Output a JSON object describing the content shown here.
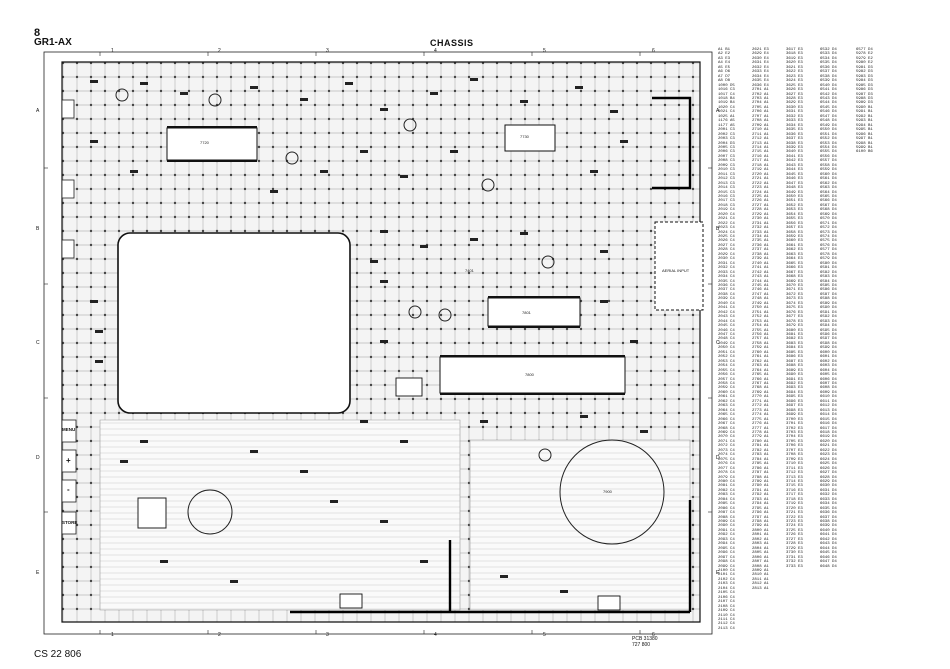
{
  "page_number": "8",
  "model": "GR1-AX",
  "title": "CHASSIS",
  "footer_code": "CS 22 806",
  "pcb_code": [
    "PCB 31380",
    "727 800"
  ],
  "column_numbers": [
    "1",
    "2",
    "3",
    "4",
    "5",
    "6"
  ],
  "row_letters": [
    "A",
    "B",
    "C",
    "D",
    "E"
  ],
  "control_labels": {
    "menu": "MENU",
    "plus": "+",
    "minus": "-",
    "store": "STORE"
  },
  "aerial_input": "AERIAL INPUT",
  "section_labels": [
    "7720",
    "7730",
    "7801",
    "7800",
    "7401",
    "7900"
  ],
  "position_legend": [
    [
      "A1 B1",
      "A2 E2",
      "A3 E3",
      "A4 E4",
      "A5 E5",
      "A6 D6",
      "A7 D7",
      "A8 D8",
      "1000 D5",
      "1016 C3",
      "1017 C4",
      "1018 B4",
      "1019 B4",
      "1020 C4",
      "1021 C4",
      "1025 A1",
      "1176 A5",
      "1177 A5",
      "2001 C3",
      "2002 C3",
      "2003 C3",
      "2004 D3",
      "2005 C3",
      "2006 C3",
      "2007 C3",
      "2008 C3",
      "2009 C3",
      "2010 C3",
      "2011 C3",
      "2012 C3",
      "2013 C3",
      "2014 C3",
      "2015 C3",
      "2016 C3",
      "2017 C3",
      "2018 C3",
      "2019 C4",
      "2020 C4",
      "2021 C4",
      "2022 C4",
      "2023 C4",
      "2024 C4",
      "2025 C4",
      "2026 C4",
      "2027 C4",
      "2028 C4",
      "2029 C4",
      "2030 C4",
      "2031 C4",
      "2032 C4",
      "2033 C4",
      "2034 C4",
      "2035 C4",
      "2036 C4",
      "2037 C4",
      "2038 C4",
      "2039 C4",
      "2040 C4",
      "2041 C4",
      "2042 C4",
      "2043 C4",
      "2044 C4",
      "2045 C4",
      "2046 C4",
      "2047 C4",
      "2048 C4",
      "2049 C4",
      "2050 C4",
      "2051 C4",
      "2052 C4",
      "2053 C4",
      "2054 C4",
      "2055 C4",
      "2056 C4",
      "2057 C4",
      "2058 C4",
      "2059 C4",
      "2060 C4",
      "2061 C4",
      "2062 C4",
      "2063 C4",
      "2064 C4",
      "2065 C4",
      "2066 C4",
      "2067 C4",
      "2068 C4",
      "2069 C4",
      "2070 C4",
      "2071 C4",
      "2072 C4",
      "2073 C4",
      "2074 C4",
      "2075 C4",
      "2076 C4",
      "2077 C4",
      "2078 C4",
      "2079 C4",
      "2080 C4",
      "2081 C4",
      "2082 C4",
      "2083 C4",
      "2084 C4",
      "2085 C4",
      "2086 C4",
      "2087 C4",
      "2088 C4",
      "2089 C4",
      "2090 C4",
      "2091 C4",
      "2092 C4",
      "2093 C4",
      "2094 C4",
      "2095 C4",
      "2096 C4",
      "2097 C4",
      "2098 C4",
      "2099 C4",
      "2100 C4",
      "2101 C4",
      "2102 C4",
      "2103 C4",
      "2104 C4",
      "2105 C4",
      "2106 C4",
      "2107 C4",
      "2108 C4",
      "2109 C4",
      "2110 C4",
      "2111 C4",
      "2112 C4",
      "2113 C4"
    ],
    [
      "2621 E3",
      "2629 E4",
      "2630 E4",
      "2631 E4",
      "2632 E4",
      "2633 E4",
      "2634 E4",
      "2635 E4",
      "2636 E4",
      "2701 A1",
      "2702 A1",
      "2703 A1",
      "2704 A1",
      "2705 A1",
      "2706 A1",
      "2707 A1",
      "2708 A1",
      "2709 A1",
      "2710 A1",
      "2711 A1",
      "2712 A1",
      "2713 A1",
      "2714 A1",
      "2715 A1",
      "2716 A1",
      "2717 A1",
      "2718 A1",
      "2719 A1",
      "2720 A1",
      "2721 A1",
      "2722 A1",
      "2723 A1",
      "2724 A1",
      "2725 A1",
      "2726 A1",
      "2727 A1",
      "2728 A1",
      "2729 A1",
      "2730 A1",
      "2731 A1",
      "2732 A1",
      "2733 A1",
      "2734 A1",
      "2735 A1",
      "2736 A1",
      "2737 A1",
      "2738 A1",
      "2739 A1",
      "2740 A1",
      "2741 A1",
      "2742 A1",
      "2743 A1",
      "2744 A1",
      "2745 A1",
      "2746 A1",
      "2747 A1",
      "2748 A1",
      "2749 A1",
      "2750 A1",
      "2751 A1",
      "2752 A1",
      "2753 A1",
      "2754 A1",
      "2755 A1",
      "2756 A1",
      "2757 A1",
      "2758 A1",
      "2759 A1",
      "2760 A1",
      "2761 A1",
      "2762 A1",
      "2763 A1",
      "2764 A1",
      "2765 A1",
      "2766 A1",
      "2767 A1",
      "2768 A1",
      "2769 A1",
      "2770 A1",
      "2771 A1",
      "2772 A1",
      "2773 A1",
      "2774 A1",
      "2775 A1",
      "2776 A1",
      "2777 A1",
      "2778 A1",
      "2779 A1",
      "2780 A1",
      "2781 A1",
      "2782 A1",
      "2783 A1",
      "2784 A1",
      "2785 A1",
      "2786 A1",
      "2787 A1",
      "2788 A1",
      "2789 A1",
      "2790 A1",
      "2791 A1",
      "2792 A1",
      "2793 A1",
      "2794 A1",
      "2795 A1",
      "2796 A1",
      "2797 A1",
      "2798 A1",
      "2799 A1",
      "2800 A1",
      "2801 A1",
      "2802 A1",
      "2803 A1",
      "2804 A1",
      "2805 A1",
      "2806 A1",
      "2807 A1",
      "2808 A1",
      "2809 A1",
      "2810 A1",
      "2811 A1",
      "2812 A1",
      "2813 A1"
    ],
    [
      "3617 E3",
      "3618 E3",
      "3619 E3",
      "3620 E3",
      "3621 E3",
      "3622 E3",
      "3623 E3",
      "3624 E3",
      "3625 E3",
      "3626 E3",
      "3627 E3",
      "3628 E3",
      "3629 E3",
      "3630 E3",
      "3631 E3",
      "3632 E3",
      "3633 E3",
      "3634 E3",
      "3635 E3",
      "3636 E3",
      "3637 E3",
      "3638 E3",
      "3639 E3",
      "3640 E3",
      "3641 E3",
      "3642 E3",
      "3643 E3",
      "3644 E3",
      "3645 E3",
      "3646 E3",
      "3647 E3",
      "3648 E3",
      "3649 E3",
      "3650 E3",
      "3651 E3",
      "3652 E3",
      "3653 E3",
      "3654 E3",
      "3655 E3",
      "3656 E3",
      "3657 E3",
      "3658 E3",
      "3659 E3",
      "3660 E3",
      "3661 E3",
      "3662 E3",
      "3663 E3",
      "3664 E3",
      "3665 E3",
      "3666 E3",
      "3667 E3",
      "3668 E3",
      "3669 E3",
      "3670 E3",
      "3671 E3",
      "3672 E3",
      "3673 E3",
      "3674 E3",
      "3675 E3",
      "3676 E3",
      "3677 E3",
      "3678 E3",
      "3679 E3",
      "3680 E3",
      "3681 E3",
      "3682 E3",
      "3683 E3",
      "3684 E3",
      "3685 E3",
      "3686 E3",
      "3687 E3",
      "3688 E3",
      "3689 E3",
      "3690 E3",
      "3691 E3",
      "3692 E3",
      "3693 E3",
      "3694 E3",
      "3695 E3",
      "3696 E3",
      "3697 E3",
      "3698 E3",
      "3699 E3",
      "3700 E3",
      "3701 E3",
      "3702 E3",
      "3703 E3",
      "3704 E3",
      "3705 E3",
      "3706 E3",
      "3707 E3",
      "3708 E3",
      "3709 E3",
      "3710 E3",
      "3711 E3",
      "3712 E3",
      "3713 E3",
      "3714 E3",
      "3715 E3",
      "3716 E3",
      "3717 E3",
      "3718 E3",
      "3719 E3",
      "3720 E3",
      "3721 E3",
      "3722 E3",
      "3723 E3",
      "3724 E3",
      "3725 E3",
      "3726 E3",
      "3727 E3",
      "3728 E3",
      "3729 E3",
      "3730 E3",
      "3731 E3",
      "3732 E3",
      "3733 E3"
    ],
    [
      "6532 D4",
      "6533 D4",
      "6534 D4",
      "6535 D4",
      "6536 D4",
      "6537 D4",
      "6538 D4",
      "6539 D4",
      "6540 D4",
      "6541 D4",
      "6542 D4",
      "6543 D4",
      "6544 D4",
      "6545 D4",
      "6546 D4",
      "6547 D4",
      "6548 D4",
      "6549 D4",
      "6550 D4",
      "6551 D4",
      "6552 D4",
      "6553 D4",
      "6554 D4",
      "6555 D4",
      "6556 D4",
      "6557 D4",
      "6558 D4",
      "6559 D4",
      "6560 D4",
      "6561 D4",
      "6562 D4",
      "6563 D4",
      "6564 D4",
      "6565 D4",
      "6566 D4",
      "6567 D4",
      "6568 D4",
      "6569 D4",
      "6570 D4",
      "6571 D4",
      "6572 D4",
      "6573 D4",
      "6574 D4",
      "6575 D4",
      "6576 D4",
      "6577 D4",
      "6578 D4",
      "6579 D4",
      "6580 D4",
      "6581 D4",
      "6582 D4",
      "6583 D4",
      "6584 D4",
      "6585 D4",
      "6586 D4",
      "6587 D4",
      "6588 D4",
      "6589 D4",
      "6590 D4",
      "6591 D4",
      "6592 D4",
      "6593 D4",
      "6594 D4",
      "6595 D4",
      "6596 D4",
      "6597 D4",
      "6598 D4",
      "6599 D4",
      "6600 D4",
      "6601 D4",
      "6602 D4",
      "6603 D4",
      "6604 D4",
      "6605 D4",
      "6606 D4",
      "6607 D4",
      "6608 D4",
      "6609 D4",
      "6610 D4",
      "6611 D4",
      "6612 D4",
      "6613 D4",
      "6614 D4",
      "6615 D4",
      "6616 D4",
      "6617 D4",
      "6618 D4",
      "6619 D4",
      "6620 D4",
      "6621 D4",
      "6622 D4",
      "6623 D4",
      "6624 D4",
      "6625 D4",
      "6626 D4",
      "6627 D4",
      "6628 D4",
      "6629 D4",
      "6630 D4",
      "6631 D4",
      "6632 D4",
      "6633 D4",
      "6634 D4",
      "6635 D4",
      "6636 D4",
      "6637 D4",
      "6638 D4",
      "6639 D4",
      "6640 D4",
      "6641 D4",
      "6642 D4",
      "6643 D4",
      "6644 D4",
      "6645 D4",
      "6646 D4",
      "6647 D4",
      "6648 D4"
    ],
    [
      "6577 D4",
      "5978 E2",
      "5979 E2",
      "5980 E2",
      "5981 D3",
      "5982 D3",
      "5983 D3",
      "5984 D3",
      "5985 D3",
      "5986 D3",
      "5987 D3",
      "5988 D3",
      "5989 D3",
      "5990 B1",
      "5991 B1",
      "5992 B1",
      "5993 B1",
      "5994 B1",
      "5995 B1",
      "5996 B1",
      "5997 B1",
      "5998 B1",
      "5999 B1",
      "6100 B6"
    ]
  ]
}
